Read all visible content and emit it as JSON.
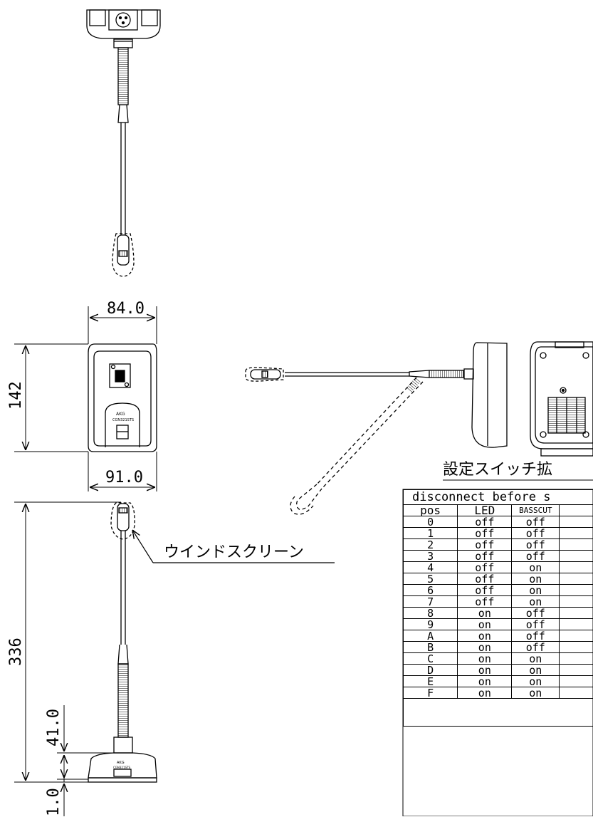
{
  "dimensions": {
    "top_width": "84.0",
    "height": "142",
    "bottom_width": "91.0",
    "total_height": "336",
    "base_height": "41.0",
    "base_gap": "1.0"
  },
  "labels": {
    "windscreen": "ウインドスクリーン",
    "switch_title": "設定スイッチ拡",
    "brand": "AKG",
    "model": "CGN321STS"
  },
  "table": {
    "caption": "disconnect before s",
    "headers": [
      "pos",
      "LED",
      "BASSCUT"
    ],
    "rows": [
      [
        "0",
        "off",
        "off"
      ],
      [
        "1",
        "off",
        "off"
      ],
      [
        "2",
        "off",
        "off"
      ],
      [
        "3",
        "off",
        "off"
      ],
      [
        "4",
        "off",
        "on"
      ],
      [
        "5",
        "off",
        "on"
      ],
      [
        "6",
        "off",
        "on"
      ],
      [
        "7",
        "off",
        "on"
      ],
      [
        "8",
        "on",
        "off"
      ],
      [
        "9",
        "on",
        "off"
      ],
      [
        "A",
        "on",
        "off"
      ],
      [
        "B",
        "on",
        "off"
      ],
      [
        "C",
        "on",
        "on"
      ],
      [
        "D",
        "on",
        "on"
      ],
      [
        "E",
        "on",
        "on"
      ],
      [
        "F",
        "on",
        "on"
      ]
    ]
  }
}
